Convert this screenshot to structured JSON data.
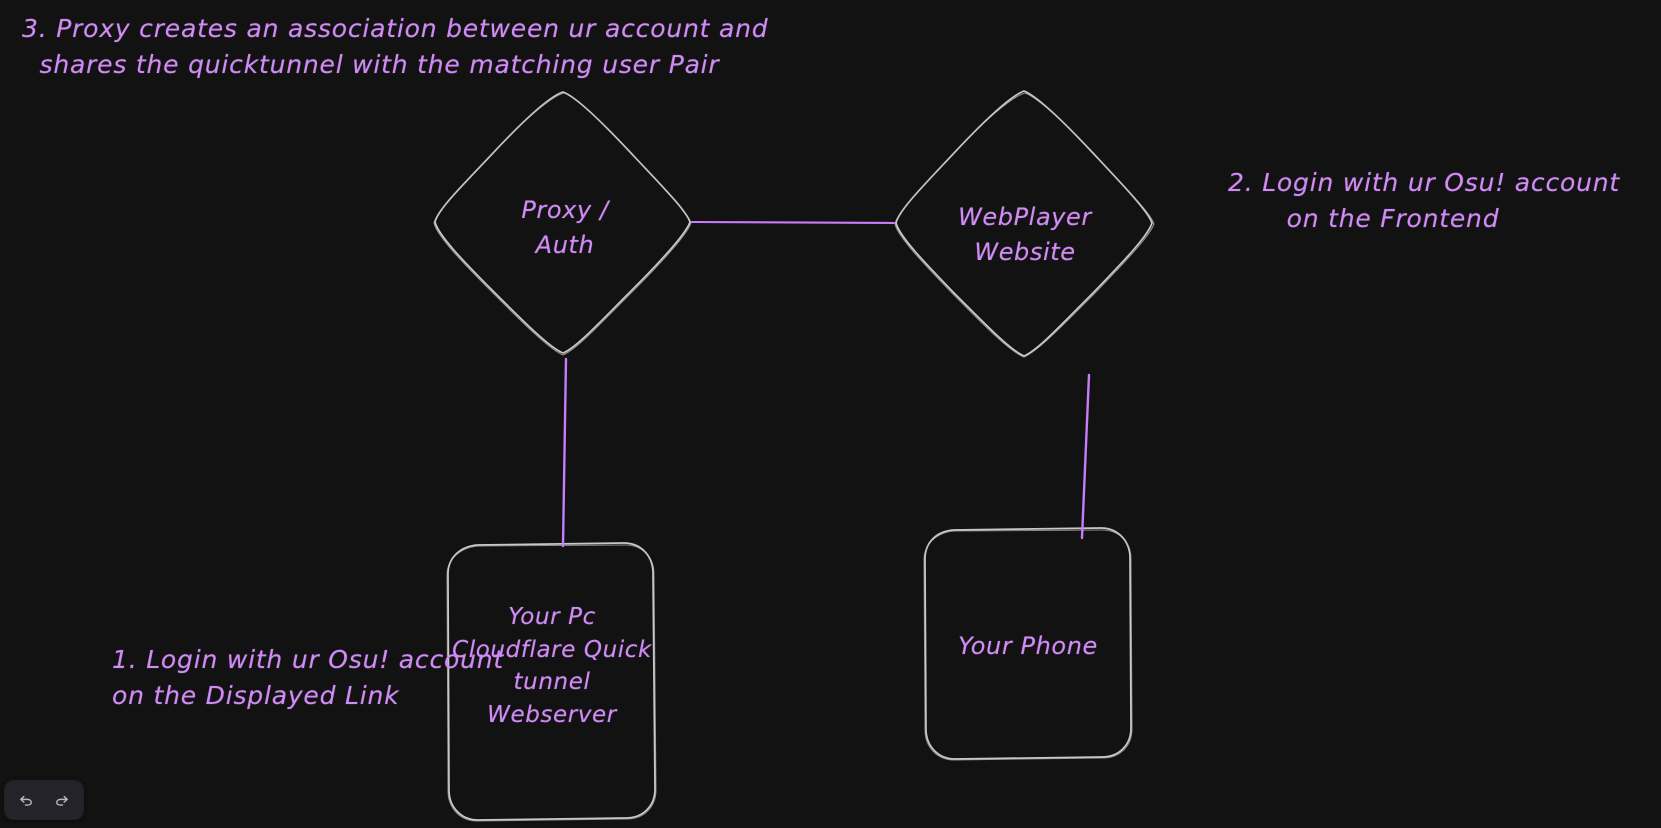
{
  "app": {
    "background_color": "#121212",
    "shape_stroke_color": "#c8c8c8",
    "connector_color": "#c77dfa",
    "text_color": "#d08bf5"
  },
  "notes": [
    {
      "id": "step3",
      "text": "3. Proxy creates an association between ur account and\n  shares the quicktunnel with the matching user Pair"
    },
    {
      "id": "step2",
      "text": "2. Login with ur Osu! account\non the Frontend"
    },
    {
      "id": "step1",
      "text": "1. Login with ur Osu! account\non the Displayed Link"
    }
  ],
  "nodes": [
    {
      "id": "proxy-auth",
      "shape": "diamond",
      "label": "Proxy /\nAuth"
    },
    {
      "id": "webplayer",
      "shape": "diamond",
      "label": "WebPlayer\nWebsite"
    },
    {
      "id": "your-pc",
      "shape": "rectangle",
      "label": "Your Pc\nCloudflare Quick\ntunnel\nWebserver"
    },
    {
      "id": "your-phone",
      "shape": "rectangle",
      "label": "Your Phone"
    }
  ],
  "connectors": [
    {
      "id": "proxy-to-webplayer",
      "from": "proxy-auth",
      "to": "webplayer",
      "orientation": "horizontal"
    },
    {
      "id": "proxy-to-your-pc",
      "from": "proxy-auth",
      "to": "your-pc",
      "orientation": "vertical"
    },
    {
      "id": "webplayer-to-phone",
      "from": "webplayer",
      "to": "your-phone",
      "orientation": "vertical"
    }
  ],
  "toolbar": {
    "undo_label": "Undo",
    "undo_icon": "undo-arrow-icon",
    "redo_label": "Redo",
    "redo_icon": "redo-arrow-icon"
  }
}
